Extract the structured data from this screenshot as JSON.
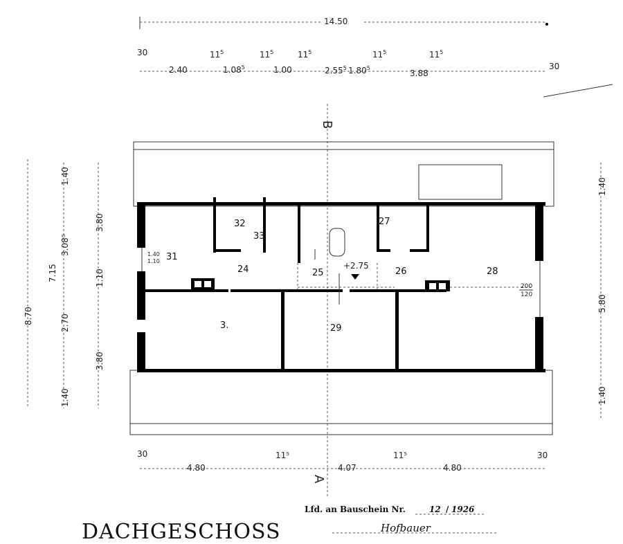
{
  "title": "DACHGESCHOSS",
  "dimensions_top": {
    "overall": "14.50",
    "row": [
      {
        "v": "30"
      },
      {
        "v": "2.40"
      },
      {
        "v": "11",
        "s": "5"
      },
      {
        "v": "1.08",
        "s": "5"
      },
      {
        "v": "11",
        "s": "5"
      },
      {
        "v": "1.00"
      },
      {
        "v": "11",
        "s": "5"
      },
      {
        "v": "2.55",
        "s": "5"
      },
      {
        "v": "11",
        "s": "5"
      },
      {
        "v": "1.80",
        "s": "5"
      },
      {
        "v": "11",
        "s": "5"
      },
      {
        "v": "3.88"
      },
      {
        "v": "30"
      }
    ]
  },
  "dimensions_bottom": [
    "30",
    "4.80",
    "11⁵",
    "4.07",
    "11⁵",
    "4.80",
    "30"
  ],
  "dimensions_left": {
    "outer": "8.70",
    "mid": [
      "1.40",
      "3.08⁵",
      "7.15",
      "2.70",
      "1.40"
    ],
    "inner": [
      "3.80",
      "1.10",
      "3.80"
    ]
  },
  "dimensions_right": [
    "1.40",
    "5.80",
    "1.40"
  ],
  "rooms": {
    "r31": "31",
    "r32": "32",
    "r33": "33",
    "r24": "24",
    "r25": "25",
    "r26": "26",
    "r27": "27",
    "r28": "28",
    "r29": "29",
    "r30": "3."
  },
  "level_mark": "+2.75",
  "window_left": {
    "top": "1.40",
    "bottom": "1.10"
  },
  "window_right": {
    "top": "200",
    "bottom": "120"
  },
  "section_marks": {
    "b": "B",
    "a": "A"
  },
  "stamp": {
    "text": "Lfd. an Bauschein Nr.",
    "number": "12",
    "year": "1926",
    "signature": "Hofbauer"
  }
}
